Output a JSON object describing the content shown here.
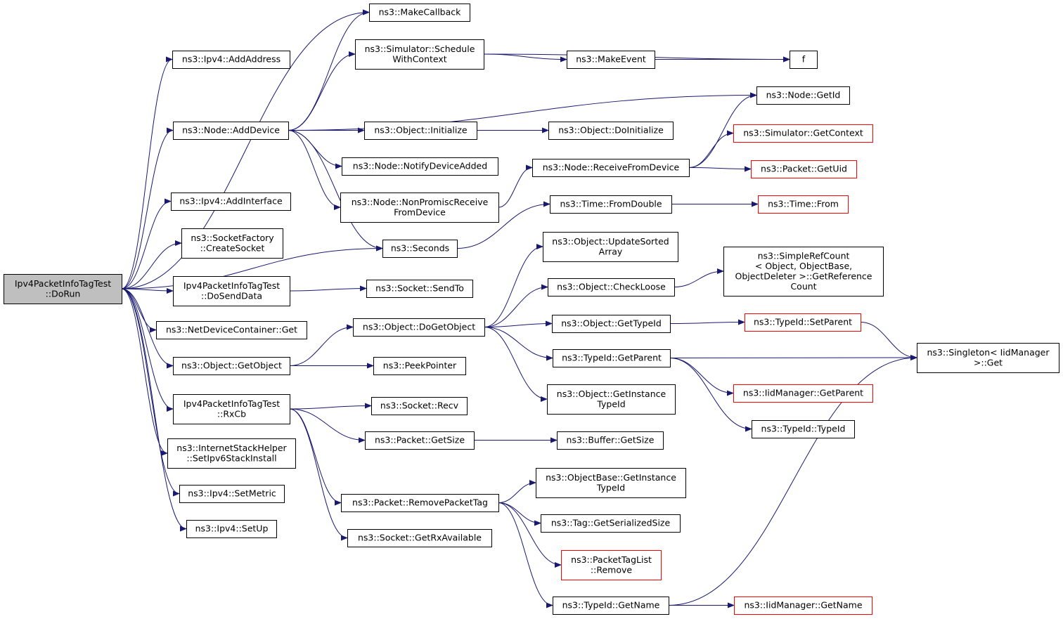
{
  "colors": {
    "edge": "#191970",
    "border_normal": "#000000",
    "border_truncated": "#ff0000",
    "root_fill": "#bfbfbf",
    "node_fill": "#ffffff"
  },
  "nodes": [
    {
      "id": "root",
      "lines": [
        "Ipv4PacketInfoTagTest",
        "::DoRun"
      ],
      "style": "root"
    },
    {
      "id": "addAddress",
      "lines": [
        "ns3::Ipv4::AddAddress"
      ],
      "style": "normal"
    },
    {
      "id": "addDevice",
      "lines": [
        "ns3::Node::AddDevice"
      ],
      "style": "normal"
    },
    {
      "id": "addInterface",
      "lines": [
        "ns3::Ipv4::AddInterface"
      ],
      "style": "normal"
    },
    {
      "id": "createSocket",
      "lines": [
        "ns3::SocketFactory",
        "::CreateSocket"
      ],
      "style": "normal"
    },
    {
      "id": "doSendData",
      "lines": [
        "Ipv4PacketInfoTagTest",
        "::DoSendData"
      ],
      "style": "normal"
    },
    {
      "id": "ndcGet",
      "lines": [
        "ns3::NetDeviceContainer::Get"
      ],
      "style": "normal"
    },
    {
      "id": "getObject",
      "lines": [
        "ns3::Object::GetObject"
      ],
      "style": "normal"
    },
    {
      "id": "rxCb",
      "lines": [
        "Ipv4PacketInfoTagTest",
        "::RxCb"
      ],
      "style": "normal"
    },
    {
      "id": "setIpv6",
      "lines": [
        "ns3::InternetStackHelper",
        "::SetIpv6StackInstall"
      ],
      "style": "normal"
    },
    {
      "id": "setMetric",
      "lines": [
        "ns3::Ipv4::SetMetric"
      ],
      "style": "normal"
    },
    {
      "id": "setUp",
      "lines": [
        "ns3::Ipv4::SetUp"
      ],
      "style": "normal"
    },
    {
      "id": "makeCallback",
      "lines": [
        "ns3::MakeCallback"
      ],
      "style": "normal"
    },
    {
      "id": "scheduleWC",
      "lines": [
        "ns3::Simulator::Schedule",
        "WithContext"
      ],
      "style": "normal"
    },
    {
      "id": "objInit",
      "lines": [
        "ns3::Object::Initialize"
      ],
      "style": "normal"
    },
    {
      "id": "notifyDev",
      "lines": [
        "ns3::Node::NotifyDeviceAdded"
      ],
      "style": "normal"
    },
    {
      "id": "nonPromisc",
      "lines": [
        "ns3::Node::NonPromiscReceive",
        "FromDevice"
      ],
      "style": "normal"
    },
    {
      "id": "seconds",
      "lines": [
        "ns3::Seconds"
      ],
      "style": "normal"
    },
    {
      "id": "sendTo",
      "lines": [
        "ns3::Socket::SendTo"
      ],
      "style": "normal"
    },
    {
      "id": "doGetObject",
      "lines": [
        "ns3::Object::DoGetObject"
      ],
      "style": "normal"
    },
    {
      "id": "peekPointer",
      "lines": [
        "ns3::PeekPointer"
      ],
      "style": "normal"
    },
    {
      "id": "recv",
      "lines": [
        "ns3::Socket::Recv"
      ],
      "style": "normal"
    },
    {
      "id": "pktGetSize",
      "lines": [
        "ns3::Packet::GetSize"
      ],
      "style": "normal"
    },
    {
      "id": "removeTag",
      "lines": [
        "ns3::Packet::RemovePacketTag"
      ],
      "style": "normal"
    },
    {
      "id": "getRxAvail",
      "lines": [
        "ns3::Socket::GetRxAvailable"
      ],
      "style": "normal"
    },
    {
      "id": "makeEvent",
      "lines": [
        "ns3::MakeEvent"
      ],
      "style": "normal"
    },
    {
      "id": "doInitialize",
      "lines": [
        "ns3::Object::DoInitialize"
      ],
      "style": "normal"
    },
    {
      "id": "receiveFromDev",
      "lines": [
        "ns3::Node::ReceiveFromDevice"
      ],
      "style": "normal"
    },
    {
      "id": "fromDouble",
      "lines": [
        "ns3::Time::FromDouble"
      ],
      "style": "normal"
    },
    {
      "id": "updateSorted",
      "lines": [
        "ns3::Object::UpdateSorted",
        "Array"
      ],
      "style": "normal"
    },
    {
      "id": "checkLoose",
      "lines": [
        "ns3::Object::CheckLoose"
      ],
      "style": "normal"
    },
    {
      "id": "getTypeId",
      "lines": [
        "ns3::Object::GetTypeId"
      ],
      "style": "normal"
    },
    {
      "id": "tidGetParent",
      "lines": [
        "ns3::TypeId::GetParent"
      ],
      "style": "normal"
    },
    {
      "id": "getInstTid",
      "lines": [
        "ns3::Object::GetInstance",
        "TypeId"
      ],
      "style": "normal"
    },
    {
      "id": "bufGetSize",
      "lines": [
        "ns3::Buffer::GetSize"
      ],
      "style": "normal"
    },
    {
      "id": "obGetInstTid",
      "lines": [
        "ns3::ObjectBase::GetInstance",
        "TypeId"
      ],
      "style": "normal"
    },
    {
      "id": "tagSerSize",
      "lines": [
        "ns3::Tag::GetSerializedSize"
      ],
      "style": "normal"
    },
    {
      "id": "ptlRemove",
      "lines": [
        "ns3::PacketTagList",
        "::Remove"
      ],
      "style": "truncated"
    },
    {
      "id": "tidGetName",
      "lines": [
        "ns3::TypeId::GetName"
      ],
      "style": "normal"
    },
    {
      "id": "f",
      "lines": [
        "f"
      ],
      "style": "normal"
    },
    {
      "id": "nodeGetId",
      "lines": [
        "ns3::Node::GetId"
      ],
      "style": "normal"
    },
    {
      "id": "simGetCtx",
      "lines": [
        "ns3::Simulator::GetContext"
      ],
      "style": "truncated"
    },
    {
      "id": "pktGetUid",
      "lines": [
        "ns3::Packet::GetUid"
      ],
      "style": "truncated"
    },
    {
      "id": "timeFrom",
      "lines": [
        "ns3::Time::From"
      ],
      "style": "truncated"
    },
    {
      "id": "srcGetRef",
      "lines": [
        "ns3::SimpleRefCount",
        "< Object, ObjectBase,",
        " ObjectDeleter >::GetReference",
        "Count"
      ],
      "style": "normal"
    },
    {
      "id": "tidSetParent",
      "lines": [
        "ns3::TypeId::SetParent"
      ],
      "style": "truncated"
    },
    {
      "id": "iidGetParent",
      "lines": [
        "ns3::IidManager::GetParent"
      ],
      "style": "truncated"
    },
    {
      "id": "tidTypeId",
      "lines": [
        "ns3::TypeId::TypeId"
      ],
      "style": "normal"
    },
    {
      "id": "iidGetName",
      "lines": [
        "ns3::IidManager::GetName"
      ],
      "style": "truncated"
    },
    {
      "id": "singletonGet",
      "lines": [
        "ns3::Singleton< IidManager",
        ">::Get"
      ],
      "style": "normal"
    }
  ],
  "edges": [
    [
      "root",
      "addAddress"
    ],
    [
      "root",
      "addDevice"
    ],
    [
      "root",
      "addInterface"
    ],
    [
      "root",
      "createSocket"
    ],
    [
      "root",
      "doSendData"
    ],
    [
      "root",
      "ndcGet"
    ],
    [
      "root",
      "getObject"
    ],
    [
      "root",
      "rxCb"
    ],
    [
      "root",
      "setIpv6"
    ],
    [
      "root",
      "setMetric"
    ],
    [
      "root",
      "setUp"
    ],
    [
      "root",
      "seconds"
    ],
    [
      "root",
      "makeCallback"
    ],
    [
      "addDevice",
      "makeCallback"
    ],
    [
      "addDevice",
      "scheduleWC"
    ],
    [
      "addDevice",
      "nodeGetId"
    ],
    [
      "addDevice",
      "objInit"
    ],
    [
      "addDevice",
      "notifyDev"
    ],
    [
      "addDevice",
      "nonPromisc"
    ],
    [
      "addDevice",
      "seconds"
    ],
    [
      "scheduleWC",
      "f"
    ],
    [
      "scheduleWC",
      "makeEvent"
    ],
    [
      "makeEvent",
      "f"
    ],
    [
      "objInit",
      "doInitialize"
    ],
    [
      "nonPromisc",
      "receiveFromDev"
    ],
    [
      "receiveFromDev",
      "nodeGetId"
    ],
    [
      "receiveFromDev",
      "simGetCtx"
    ],
    [
      "receiveFromDev",
      "pktGetUid"
    ],
    [
      "seconds",
      "fromDouble"
    ],
    [
      "fromDouble",
      "timeFrom"
    ],
    [
      "doSendData",
      "sendTo"
    ],
    [
      "getObject",
      "doGetObject"
    ],
    [
      "getObject",
      "peekPointer"
    ],
    [
      "doGetObject",
      "updateSorted"
    ],
    [
      "doGetObject",
      "checkLoose"
    ],
    [
      "doGetObject",
      "getTypeId"
    ],
    [
      "doGetObject",
      "tidGetParent"
    ],
    [
      "doGetObject",
      "getInstTid"
    ],
    [
      "checkLoose",
      "srcGetRef"
    ],
    [
      "getTypeId",
      "tidSetParent"
    ],
    [
      "tidSetParent",
      "singletonGet"
    ],
    [
      "tidGetParent",
      "singletonGet"
    ],
    [
      "tidGetParent",
      "iidGetParent"
    ],
    [
      "tidGetParent",
      "tidTypeId"
    ],
    [
      "rxCb",
      "recv"
    ],
    [
      "rxCb",
      "pktGetSize"
    ],
    [
      "rxCb",
      "removeTag"
    ],
    [
      "rxCb",
      "getRxAvail"
    ],
    [
      "pktGetSize",
      "bufGetSize"
    ],
    [
      "removeTag",
      "obGetInstTid"
    ],
    [
      "removeTag",
      "tagSerSize"
    ],
    [
      "removeTag",
      "ptlRemove"
    ],
    [
      "removeTag",
      "tidGetName"
    ],
    [
      "tidGetName",
      "iidGetName"
    ],
    [
      "tidGetName",
      "singletonGet"
    ]
  ]
}
